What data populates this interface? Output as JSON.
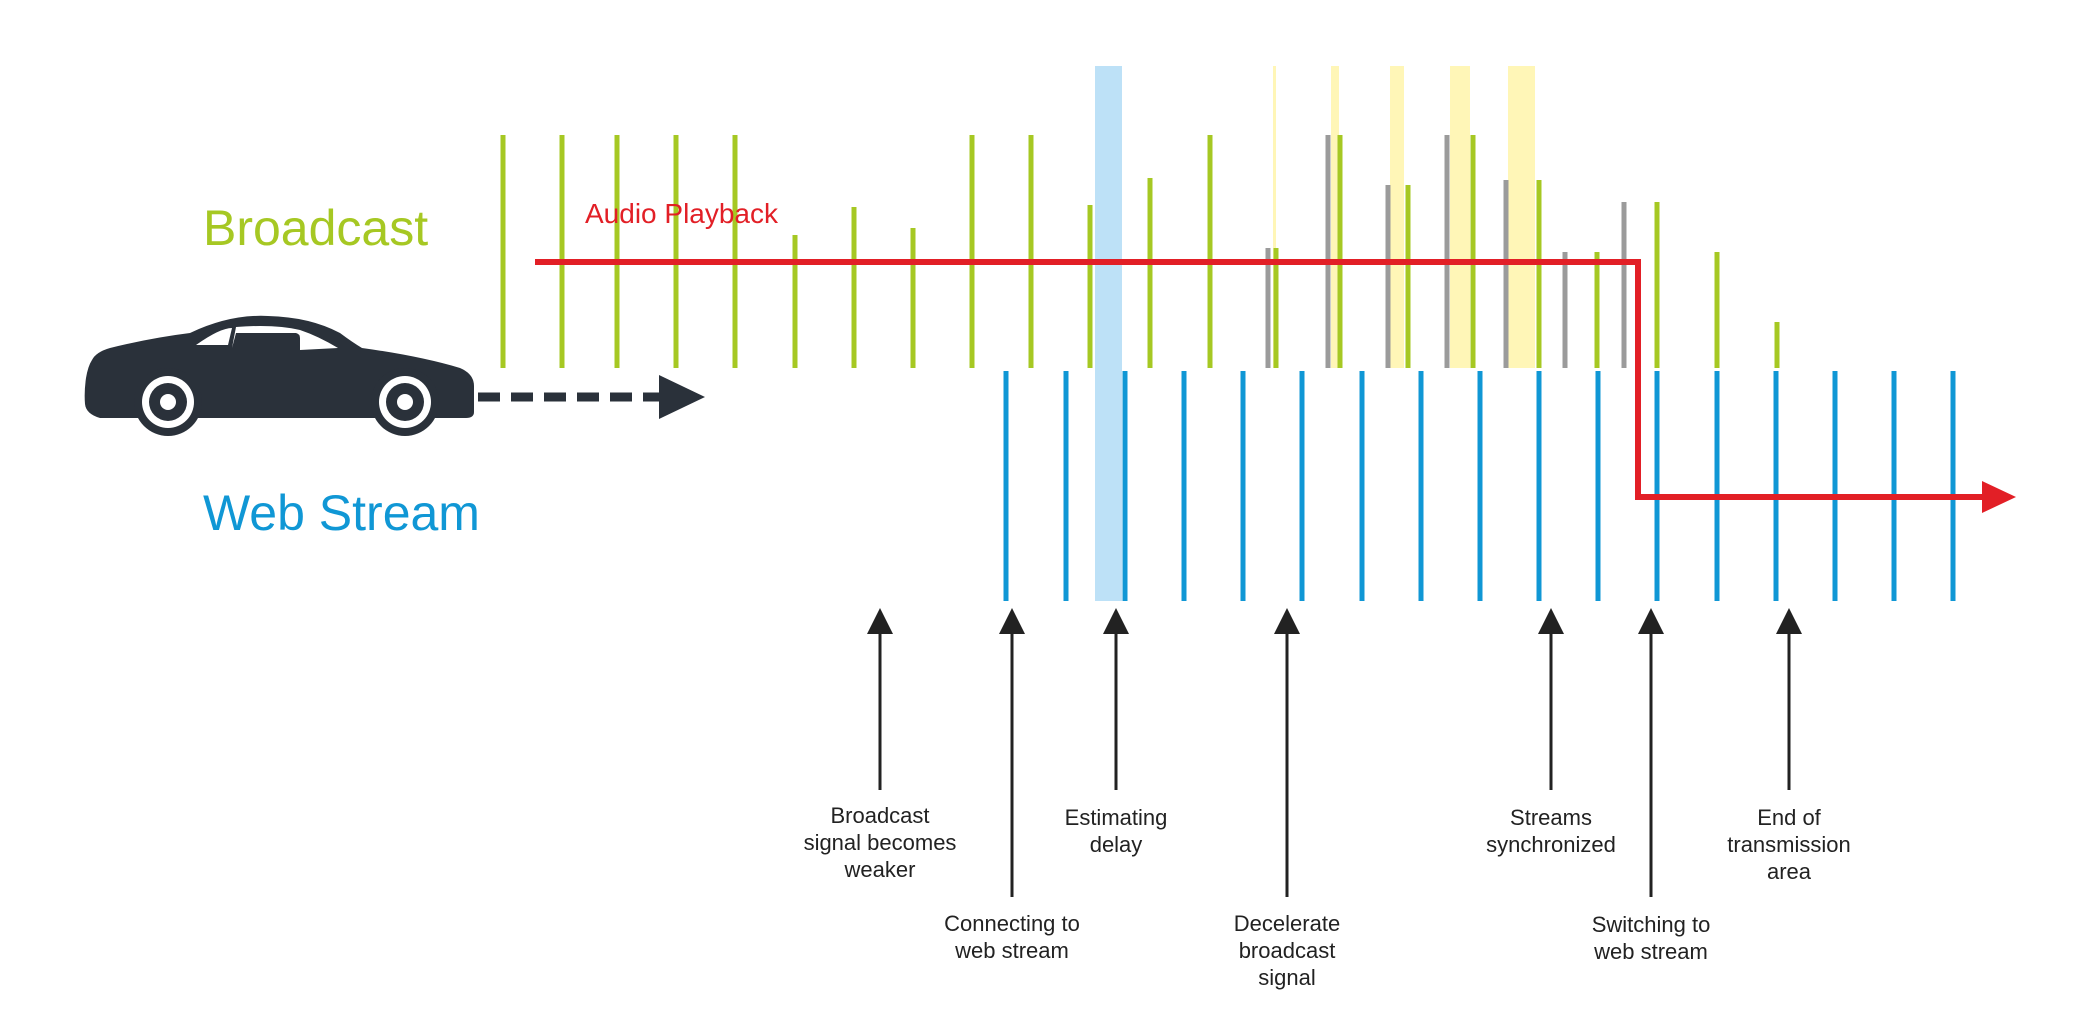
{
  "labels": {
    "broadcast": "Broadcast",
    "web_stream": "Web Stream",
    "audio_playback": "Audio Playback"
  },
  "colors": {
    "broadcast": "#a6c823",
    "web_stream": "#1097d5",
    "playback": "#e21f26",
    "delayed_broadcast": "#9b9b9b",
    "estimation_highlight": "#bde1f7",
    "sync_highlight": "#fff6b7",
    "car": "#2a313a"
  },
  "icons": {
    "car": "car-icon",
    "direction": "arrow-right-icon"
  },
  "events": [
    {
      "id": "broadcast-weaker",
      "lines": [
        "Broadcast",
        "signal becomes",
        "weaker"
      ]
    },
    {
      "id": "connecting-web-stream",
      "lines": [
        "Connecting to",
        "web stream"
      ]
    },
    {
      "id": "estimating-delay",
      "lines": [
        "Estimating",
        "delay"
      ]
    },
    {
      "id": "decelerate-broadcast",
      "lines": [
        "Decelerate",
        "broadcast",
        "signal"
      ]
    },
    {
      "id": "streams-synchronized",
      "lines": [
        "Streams",
        "synchronized"
      ]
    },
    {
      "id": "switching-web-stream",
      "lines": [
        "Switching to",
        "web stream"
      ]
    },
    {
      "id": "end-transmission-area",
      "lines": [
        "End of",
        "transmission",
        "area"
      ]
    }
  ]
}
